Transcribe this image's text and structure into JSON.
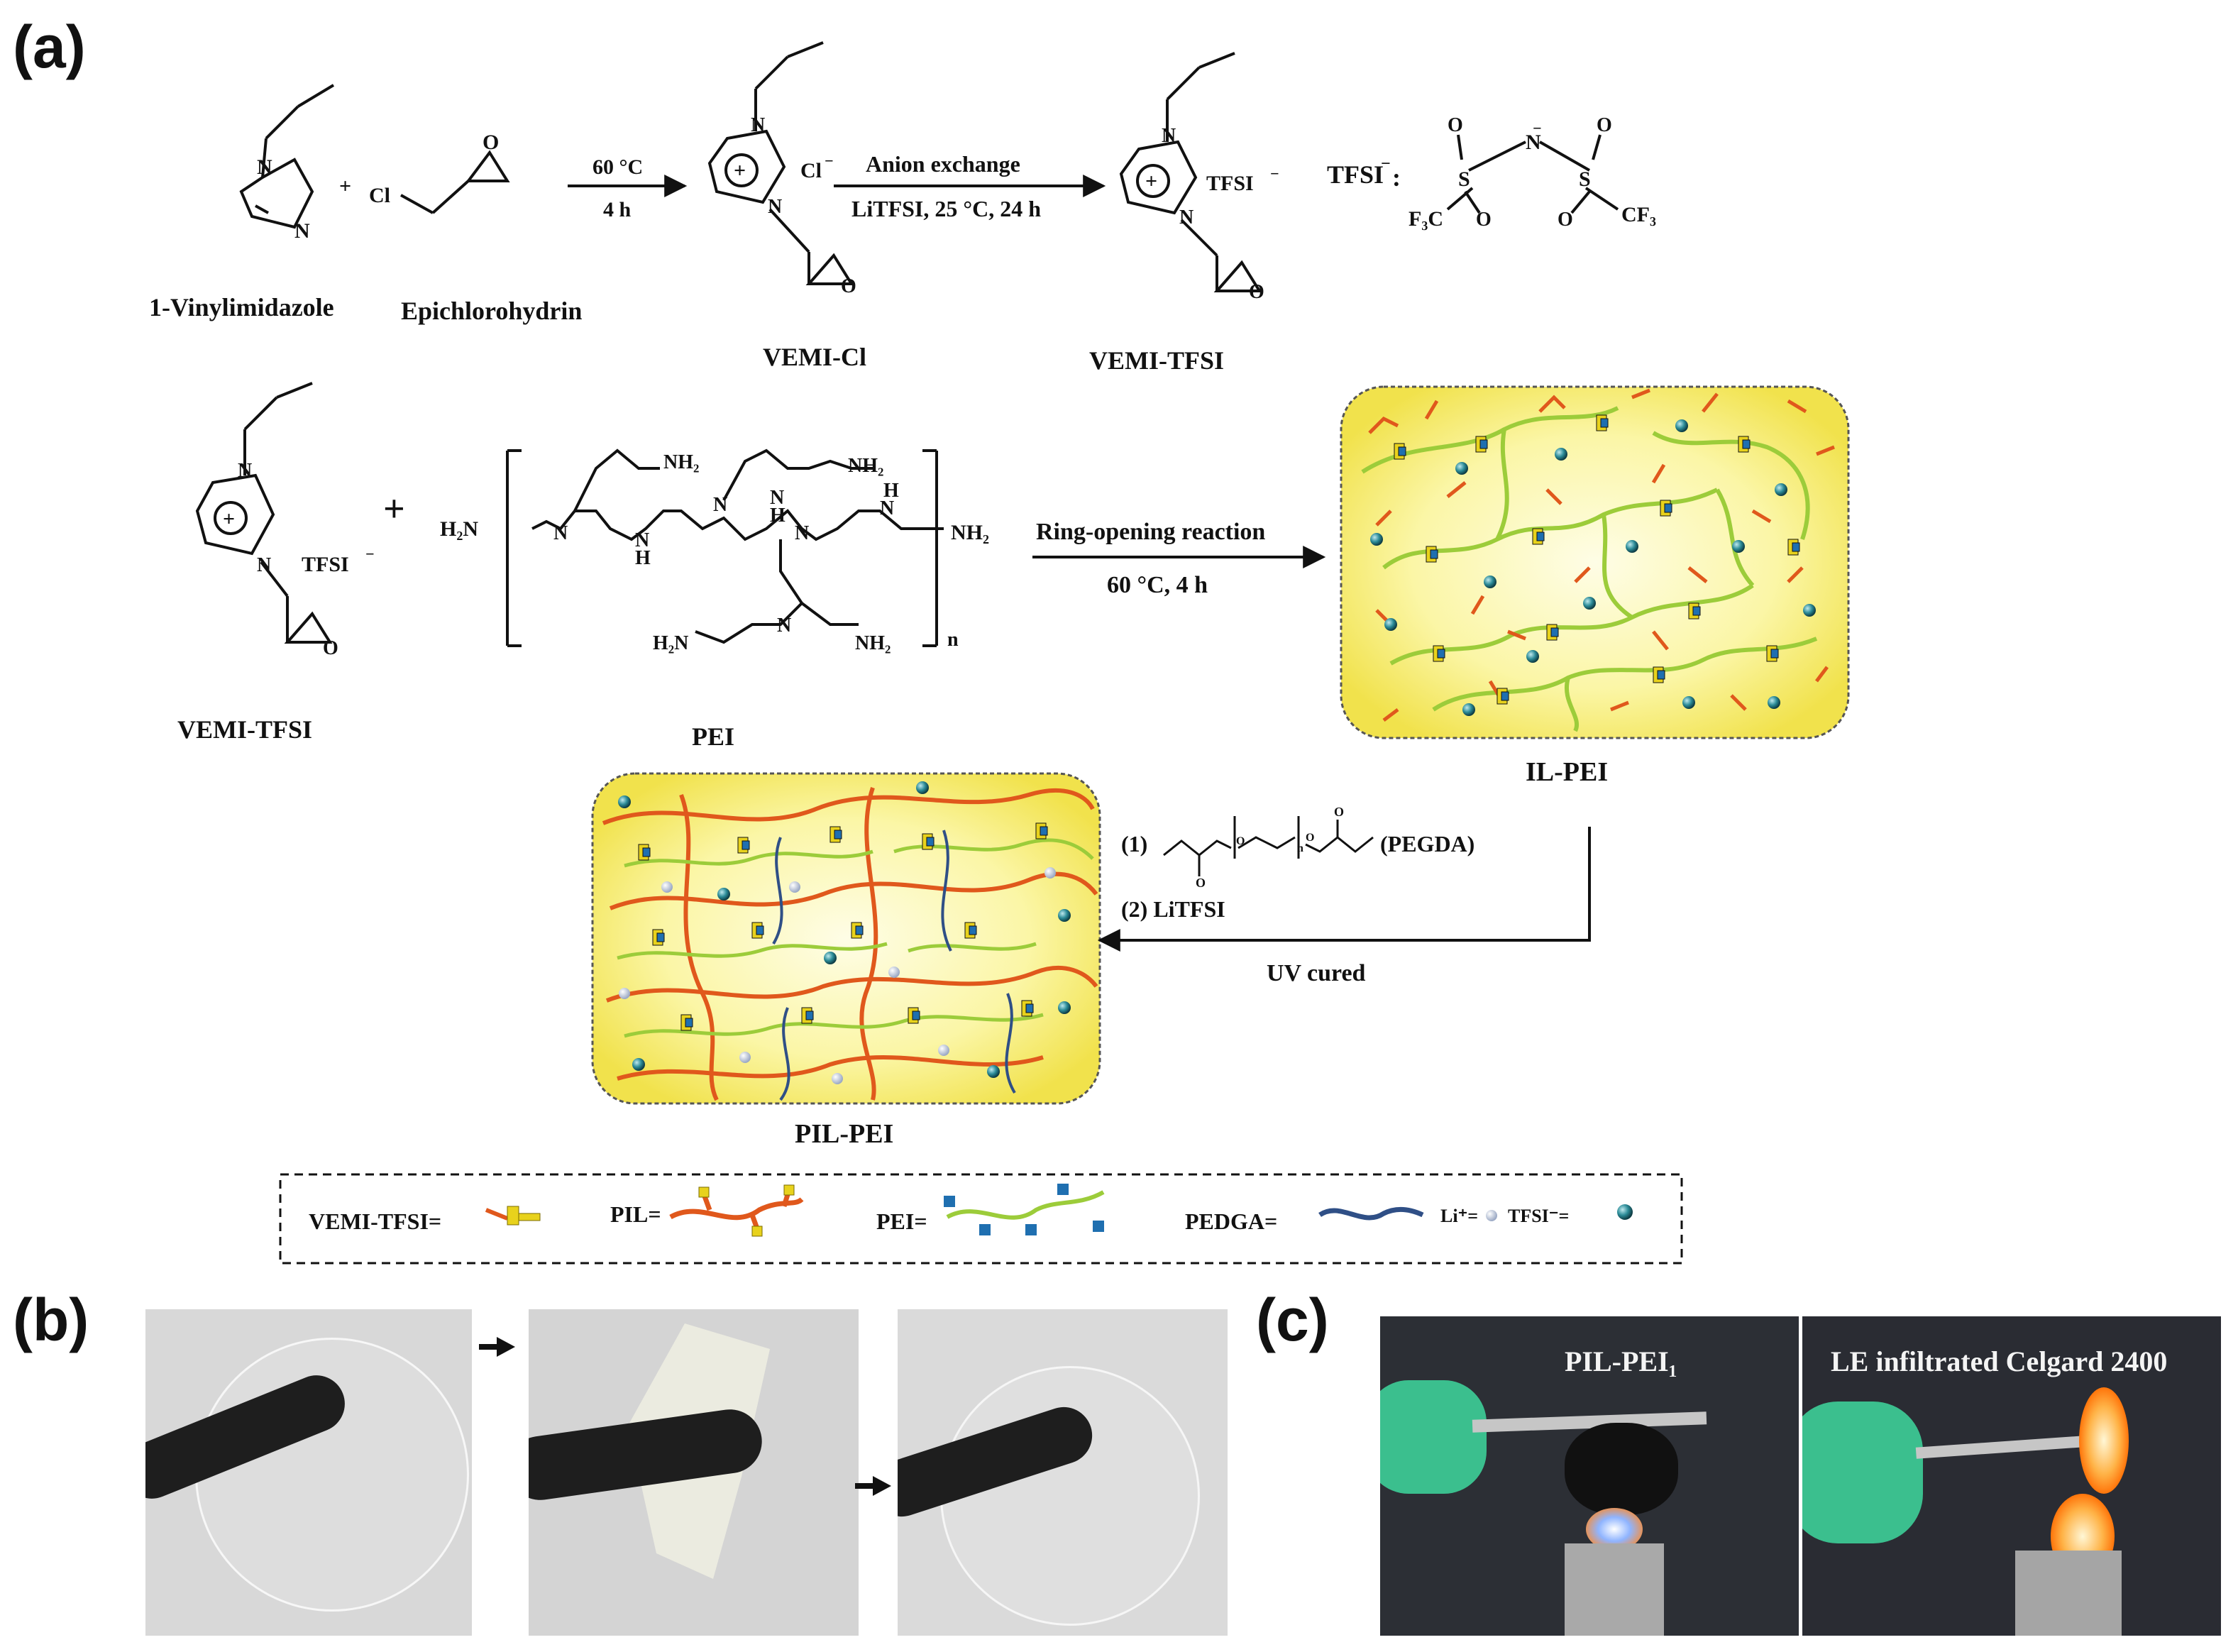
{
  "panels": {
    "a": "(a)",
    "b": "(b)",
    "c": "(c)"
  },
  "scheme1": {
    "reactant1": "1-Vinylimidazole",
    "reactant2": "Epichlorohydrin",
    "cond1_top": "60 °C",
    "cond1_bottom": "4 h",
    "product1": "VEMI-Cl",
    "cond2_top": "Anion exchange",
    "cond2_bottom": "LiTFSI, 25 °C, 24 h",
    "product2": "VEMI-TFSI",
    "tfsi_label": "TFSI",
    "cl_anion": "Cl",
    "tfsi_anion": "TFSI"
  },
  "scheme2": {
    "reactant1": "VEMI-TFSI",
    "reactant2": "PEI",
    "cond_top": "Ring-opening reaction",
    "cond_bottom": "60 °C, 4 h",
    "product": "IL-PEI",
    "pei_n": "n"
  },
  "scheme3": {
    "step1": "(1)",
    "pegda": "(PEGDA)",
    "step2": "(2) LiTFSI",
    "uv": "UV cured",
    "product": "PIL-PEI"
  },
  "legend": {
    "vemi": "VEMI-TFSI=",
    "pil": "PIL=",
    "pei": "PEI=",
    "pegda": "PEDGA=",
    "li": "Li⁺=",
    "tfsi": "TFSI⁻="
  },
  "photos_c": {
    "left": "PIL-PEI₁",
    "right": "LE infiltrated Celgard 2400"
  },
  "colors": {
    "network_bg_center": "#fdfcd2",
    "network_bg_edge": "#f4e85a",
    "pil_chain": "#e0581c",
    "pei_chain": "#9ccc3a",
    "pegda_chain": "#2f4f86",
    "vemi_yellow": "#e8d21c",
    "pei_blue": "#1f6fb0",
    "photo_bg_b": "#d6d6d6",
    "photo_bg_c": "#2a2d33"
  }
}
